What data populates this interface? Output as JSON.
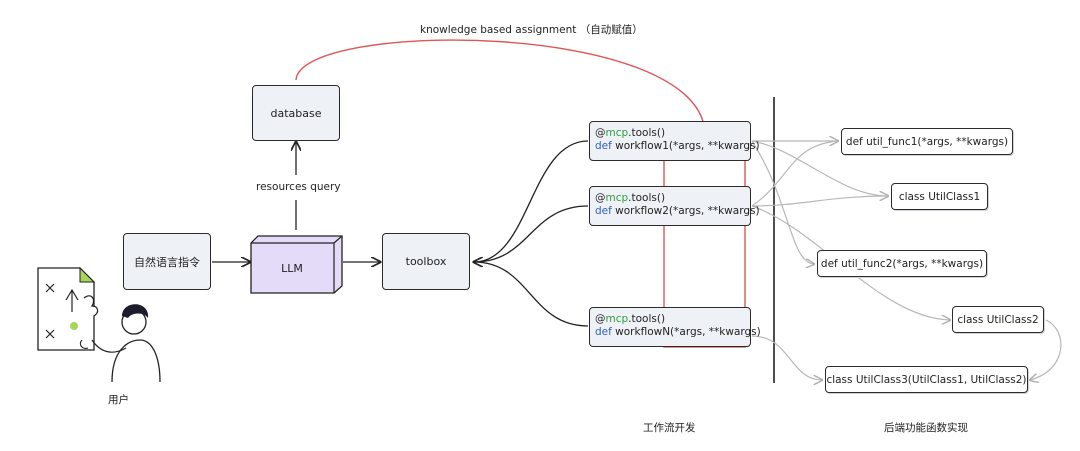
{
  "top_annotation": "knowledge based assignment （自动赋值）",
  "database": "database",
  "resources_query": "resources query",
  "instruction": "自然语言指令",
  "llm": "LLM",
  "toolbox": "toolbox",
  "user_label": "用户",
  "workflows": [
    {
      "decorator_prefix": "@",
      "decorator_mod": "mcp",
      "decorator_rest": ".tools()",
      "def": "def",
      "signature": " workflow1(*args, **kwargs)"
    },
    {
      "decorator_prefix": "@",
      "decorator_mod": "mcp",
      "decorator_rest": ".tools()",
      "def": "def",
      "signature": " workflow2(*args, **kwargs)"
    },
    {
      "decorator_prefix": "@",
      "decorator_mod": "mcp",
      "decorator_rest": ".tools()",
      "def": "def",
      "signature": " workflowN(*args, **kwargs)"
    }
  ],
  "backend": [
    "def util_func1(*args, **kwargs)",
    "class UtilClass1",
    "def util_func2(*args, **kwargs)",
    "class UtilClass2",
    "class UtilClass3(UtilClass1, UtilClass2)"
  ],
  "section_workflow": "工作流开发",
  "section_backend": "后端功能函数实现",
  "colors": {
    "box_fill": "#eef2f7",
    "llm_fill": "#e3dbf7",
    "highlight_red": "#e05555",
    "connector_gray": "#b8b8b8"
  }
}
